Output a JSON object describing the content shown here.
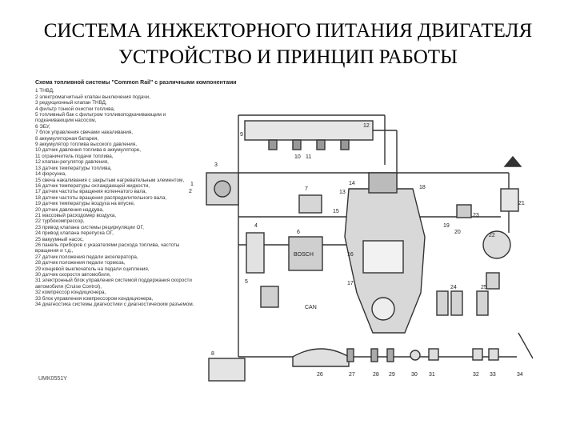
{
  "title": {
    "line1": "СИСТЕМА ИНЖЕКТОРНОГО ПИТАНИЯ ДВИГАТЕЛЯ",
    "line2": "УСТРОЙСТВО И ПРИНЦИП РАБОТЫ"
  },
  "figure": {
    "caption": "Схема топливной системы \"Common Rail\" с различными компонентами",
    "code": "UMK0551Y",
    "legend": [
      "1 ТНВД,",
      "2 электромагнитный клапан выключения подачи,",
      "3 редукционный клапан ТНВД,",
      "4 фильтр тонкой очистки топлива,",
      "5 топливный бак с фильтром топливоподкачивающим и подкачивающим насосом,",
      "6 ЭБУ,",
      "7 блок управления свечами накаливания,",
      "8 аккумуляторная батарея,",
      "9 аккумулятор топлива высокого давления,",
      "10 датчик давления топлива в аккумуляторе,",
      "11 ограничитель подачи топлива,",
      "12 клапан-регулятор давления,",
      "13 датчик температуры топлива,",
      "14 форсунка,",
      "15 свеча накаливания с закрытым нагревательным элементом,",
      "16 датчик температуры охлаждающей жидкости,",
      "17 датчик частоты вращения коленчатого вала,",
      "18 датчик частоты вращения распределительного вала,",
      "19 датчик температуры воздуха на впуске,",
      "20 датчик давления наддува,",
      "21 массовый расходомер воздуха,",
      "22 турбокомпрессор,",
      "23 привод клапана системы рециркуляции ОГ,",
      "24 привод клапана перепуска ОГ,",
      "25 вакуумный насос,",
      "26 панель приборов с указателями расхода топлива, частоты вращения и т.д.,",
      "27 датчик положения педали акселератора,",
      "28 датчик положения педали тормоза,",
      "29 концевой выключатель на педали сцепления,",
      "30 датчик скорости автомобиля,",
      "31 электронный блок управления системой поддержания скорости автомобиля (Cruise Control),",
      "32 компрессор кондиционера,",
      "33 блок управления компрессором кондиционера,",
      "34 диагностика системы диагностики с диагностическим разъемом."
    ],
    "labels": {
      "n1": "1",
      "n2": "2",
      "n3": "3",
      "n4": "4",
      "n5": "5",
      "n6": "6",
      "n7": "7",
      "n8": "8",
      "n9": "9",
      "n10": "10",
      "n11": "11",
      "n12": "12",
      "n13": "13",
      "n14": "14",
      "n15": "15",
      "n16": "16",
      "n17": "17",
      "n18": "18",
      "n19": "19",
      "n20": "20",
      "n21": "21",
      "n22": "22",
      "n23": "23",
      "n24": "24",
      "n25": "25",
      "n26": "26",
      "n27": "27",
      "n28": "28",
      "n29": "29",
      "n30": "30",
      "n31": "31",
      "n32": "32",
      "n33": "33",
      "n34": "34",
      "can": "CAN",
      "ecu_brand": "BOSCH"
    }
  }
}
